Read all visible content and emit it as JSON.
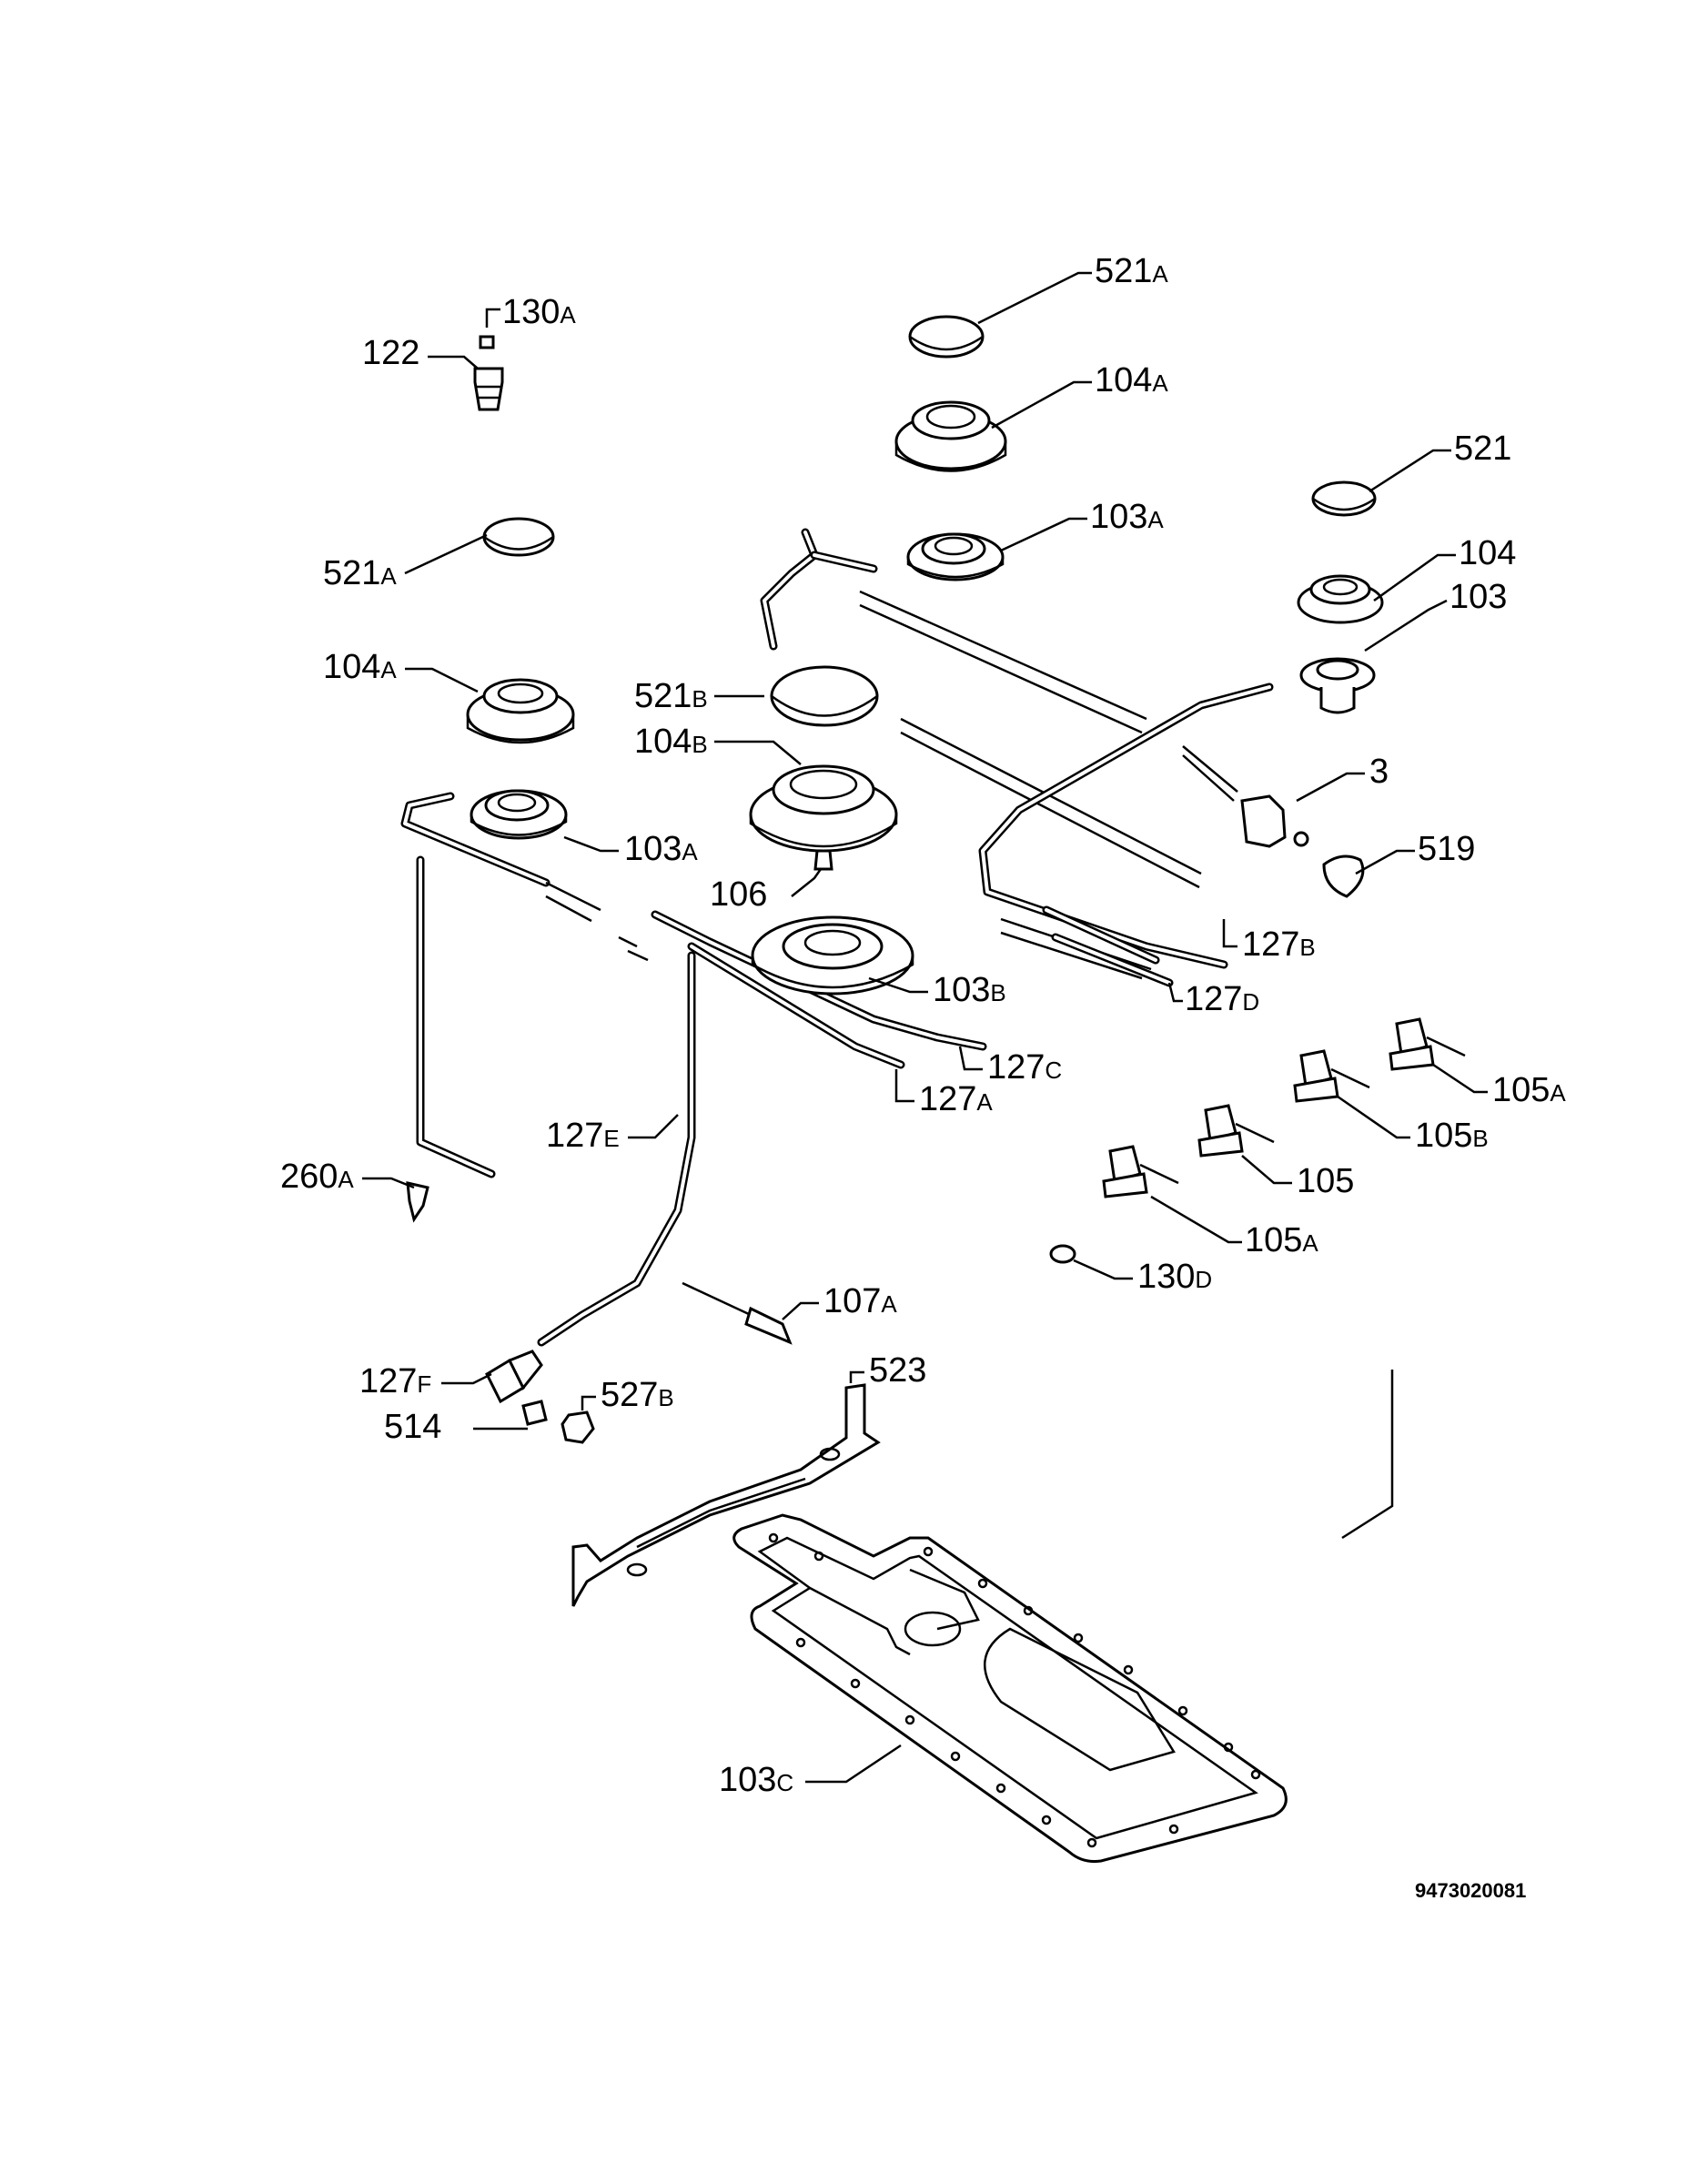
{
  "diagram": {
    "labels": {
      "l521a_top": {
        "num": "521",
        "suf": "A"
      },
      "l130a": {
        "num": "130",
        "suf": "A"
      },
      "l122": {
        "num": "122",
        "suf": ""
      },
      "l104a_top": {
        "num": "104",
        "suf": "A"
      },
      "l521": {
        "num": "521",
        "suf": ""
      },
      "l103a_top": {
        "num": "103",
        "suf": "A"
      },
      "l521a_left": {
        "num": "521",
        "suf": "A"
      },
      "l104": {
        "num": "104",
        "suf": ""
      },
      "l103": {
        "num": "103",
        "suf": ""
      },
      "l104a_left": {
        "num": "104",
        "suf": "A"
      },
      "l521b": {
        "num": "521",
        "suf": "B"
      },
      "l104b": {
        "num": "104",
        "suf": "B"
      },
      "l3": {
        "num": "3",
        "suf": ""
      },
      "l519": {
        "num": "519",
        "suf": ""
      },
      "l103a_left": {
        "num": "103",
        "suf": "A"
      },
      "l106": {
        "num": "106",
        "suf": ""
      },
      "l127b": {
        "num": "127",
        "suf": "B"
      },
      "l103b": {
        "num": "103",
        "suf": "B"
      },
      "l127d": {
        "num": "127",
        "suf": "D"
      },
      "l127c": {
        "num": "127",
        "suf": "C"
      },
      "l105a_right": {
        "num": "105",
        "suf": "A"
      },
      "l127a": {
        "num": "127",
        "suf": "A"
      },
      "l105b": {
        "num": "105",
        "suf": "B"
      },
      "l127e": {
        "num": "127",
        "suf": "E"
      },
      "l260a": {
        "num": "260",
        "suf": "A"
      },
      "l105": {
        "num": "105",
        "suf": ""
      },
      "l105a_lower": {
        "num": "105",
        "suf": "A"
      },
      "l130d": {
        "num": "130",
        "suf": "D"
      },
      "l107a": {
        "num": "107",
        "suf": "A"
      },
      "l523": {
        "num": "523",
        "suf": ""
      },
      "l127f": {
        "num": "127",
        "suf": "F"
      },
      "l527b": {
        "num": "527",
        "suf": "B"
      },
      "l514": {
        "num": "514",
        "suf": ""
      },
      "l103c": {
        "num": "103",
        "suf": "C"
      }
    },
    "drawing_code": "9473020081"
  }
}
